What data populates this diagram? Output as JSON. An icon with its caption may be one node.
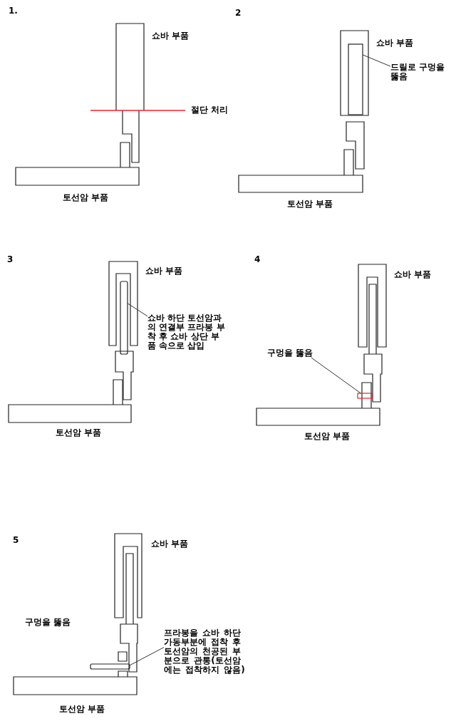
{
  "diagram": {
    "nodes": [
      {
        "text": [
          "드릴로 구멍을 뚫음"
        ]
      },
      {
        "text": [],
        "shape": "box"
      },
      {
        "text": [
          "쇼바 하단 토선암과의 연결부 프라봉 부착 후 쇼바 상단 부품 속으로 삽입"
        ]
      },
      {
        "text": [],
        "shape": "bar"
      },
      {
        "text": [
          "구멍을 뚫음"
        ]
      },
      {
        "text": [],
        "shape": "box"
      },
      {
        "text": [
          "프라봉을 쇼바 하단 가동부분에 접착 후 토선암의 천공된 부분으로 관통(토선암에는 접착하지 않음)"
        ]
      },
      {
        "text": [],
        "shape": "bar"
      }
    ],
    "edges": [
      {
        "from": 0,
        "to": 1,
        "arrow": "none"
      },
      {
        "from": 2,
        "to": 3,
        "arrow": "none"
      },
      {
        "from": 4,
        "to": 5,
        "arrow": "none"
      },
      {
        "from": 6,
        "to": 7,
        "arrow": "none"
      }
    ],
    "labels": [
      "1.",
      "쇼바 부품",
      "절단 처리",
      "토선암 부품",
      "2",
      "쇼바 부품",
      "토선암 부품",
      "3",
      "쇼바 부품",
      "토선암 부품",
      "4",
      "쇼바 부품",
      "토선암 부품",
      "5",
      "쇼바 부품",
      "구멍을 뚫음",
      "토선암 부품"
    ]
  }
}
